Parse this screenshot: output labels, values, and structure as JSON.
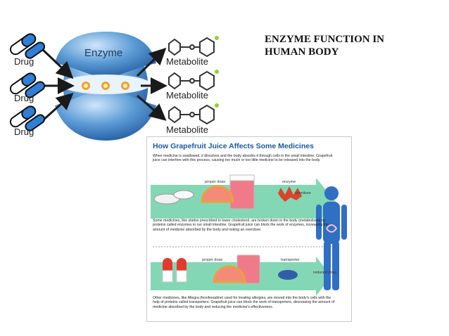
{
  "slide": {
    "title": "ENZYME FUNCTION IN\nHUMAN BODY"
  },
  "enzyme_diagram": {
    "enzyme_label": "Enzyme",
    "drug_label": "Drug",
    "metabolite_label": "Metabolite",
    "colors": {
      "sphere": "#5b9bd5",
      "arrow": "#1a1a1a",
      "pill_blue": "#2f7fd6",
      "dot": "#f0a030"
    }
  },
  "infographic": {
    "title": "How Grapefruit Juice Affects Some Medicines",
    "intro": "When medicine is swallowed, it dissolves and the body absorbs it through cells in the small intestine. Grapefruit juice can interfere with this process, causing too much or too little medicine to be released into the body.",
    "panel1": {
      "proper_dose": "proper dose",
      "enzyme": "enzyme",
      "outcome": "overdose"
    },
    "middle_text": "Some medicines, like statins prescribed to lower cholesterol, are broken down in the body (metabolized) by proteins called enzymes in our small intestine. Grapefruit juice can block the work of enzymes, increasing the amount of medicine absorbed by the body and risking an overdose.",
    "panel2": {
      "proper_dose": "proper dose",
      "transporter": "transporter",
      "outcome": "reduced dose"
    },
    "bottom_text": "Other medicines, like Allegra (fexofenadine) used for treating allergies, are moved into the body's cells with the help of proteins called transporters. Grapefruit juice can block the work of transporters, decreasing the amount of medicine absorbed by the body and reducing the medicine's effectiveness.",
    "colors": {
      "arrow": "#6fd0a8",
      "title": "#1e58a0",
      "body": "#2f6fc4",
      "juice": "#f07a8a"
    }
  }
}
